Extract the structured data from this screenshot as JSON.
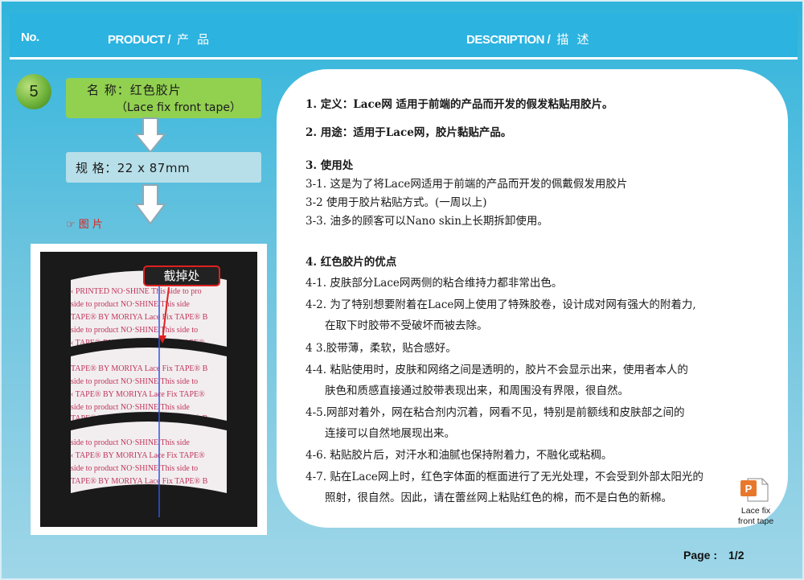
{
  "header": {
    "no_label": "No.",
    "product_label": "PRODUCT /",
    "product_cn": "产 品",
    "description_label": "DESCRIPTION /",
    "description_cn": "描 述"
  },
  "item": {
    "number": "5",
    "name_line1": "名 称：红色胶片",
    "name_line2": "（Lace fix front tape）",
    "spec": "规 格：22 x 87mm",
    "picture_label": "☞ 图 片",
    "cut_label": "截掉处"
  },
  "tape_print": {
    "rows": [
      "‹ PRINTED NO·SHINE This side to pro",
      "side to product NO·SHINE This side",
      "TAPE® BY MORIYA  Lace Fix TAPE® B",
      "side to product NO·SHINE This side to",
      "‹ TAPE® BY MORIYA  Lace Fix TAPE®"
    ]
  },
  "description": {
    "lines": [
      {
        "text": "1. 定义：Lace网 适用于前端的产品而开发的假发粘贴用胶片。",
        "head": true
      },
      {
        "text": "2. 用途：适用于Lace网，胶片黏贴产品。",
        "head": true
      },
      {
        "text": "3. 使用处",
        "head": true
      },
      {
        "text": "3-1. 这是为了将Lace网适用于前端的产品而开发的佩戴假发用胶片"
      },
      {
        "text": "3-2  使用于胶片粘贴方式。(一周以上)"
      },
      {
        "text": "3-3. 油多的顾客可以Nano skin上长期拆卸使用。"
      },
      {
        "text": "4. 红色胶片的优点",
        "head": true
      },
      {
        "text": "4-1. 皮肤部分Lace网两侧的粘合维持力都非常出色。"
      },
      {
        "text": "4-2. 为了特别想要附着在Lace网上使用了特殊胶卷，设计成对网有强大的附着力,"
      },
      {
        "text": "在取下时胶带不受破坏而被去除。",
        "indent": true
      },
      {
        "text": "4 3.胶带薄，柔软，贴合感好。"
      },
      {
        "text": "4-4. 粘贴使用时，皮肤和网络之间是透明的，胶片不会显示出来，使用者本人的"
      },
      {
        "text": "肤色和质感直接通过胶带表现出来，和周围没有界限，很自然。",
        "indent": true
      },
      {
        "text": "4-5.网部对着外，网在粘合剂内沉着，网看不见，特别是前额线和皮肤部之间的"
      },
      {
        "text": "连接可以自然地展现出来。",
        "indent": true
      },
      {
        "text": "4-6. 粘贴胶片后，对汗水和油腻也保持附着力，不融化或粘稠。"
      },
      {
        "text": "4-7. 贴在Lace网上时，红色字体面的框面进行了无光处理，不会受到外部太阳光的"
      },
      {
        "text": "照射，很自然。因此，请在蕾丝网上粘贴红色的棉，而不是白色的新棉。",
        "indent": true
      }
    ]
  },
  "attachment": {
    "icon": "powerpoint-file-icon",
    "label_line1": "Lace fix",
    "label_line2": "front tape"
  },
  "page": {
    "label": "Page :",
    "number": "1/2"
  },
  "colors": {
    "header_bg": "#2cb3e0",
    "name_box": "#92d050",
    "spec_box": "#b7dfe9",
    "accent_red": "#e0201a",
    "card": "#ffffff"
  }
}
